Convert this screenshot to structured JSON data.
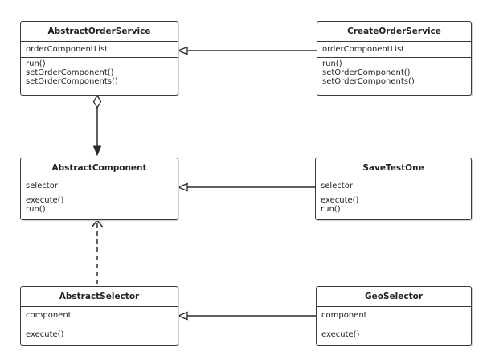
{
  "classes": {
    "abstract_order_service": {
      "name": "AbstractOrderService",
      "attributes": [
        "orderComponentList"
      ],
      "methods": [
        "run()",
        "setOrderComponent()",
        "setOrderComponents()"
      ]
    },
    "create_order_service": {
      "name": "CreateOrderService",
      "attributes": [
        "orderComponentList"
      ],
      "methods": [
        "run()",
        "setOrderComponent()",
        "setOrderComponents()"
      ]
    },
    "abstract_component": {
      "name": "AbstractComponent",
      "attributes": [
        "selector"
      ],
      "methods": [
        "execute()",
        "run()"
      ]
    },
    "save_test_one": {
      "name": "SaveTestOne",
      "attributes": [
        "selector"
      ],
      "methods": [
        "execute()",
        "run()"
      ]
    },
    "abstract_selector": {
      "name": "AbstractSelector",
      "attributes": [
        "component"
      ],
      "methods": [
        "execute()"
      ]
    },
    "geo_selector": {
      "name": "GeoSelector",
      "attributes": [
        "component"
      ],
      "methods": [
        "execute()"
      ]
    }
  }
}
